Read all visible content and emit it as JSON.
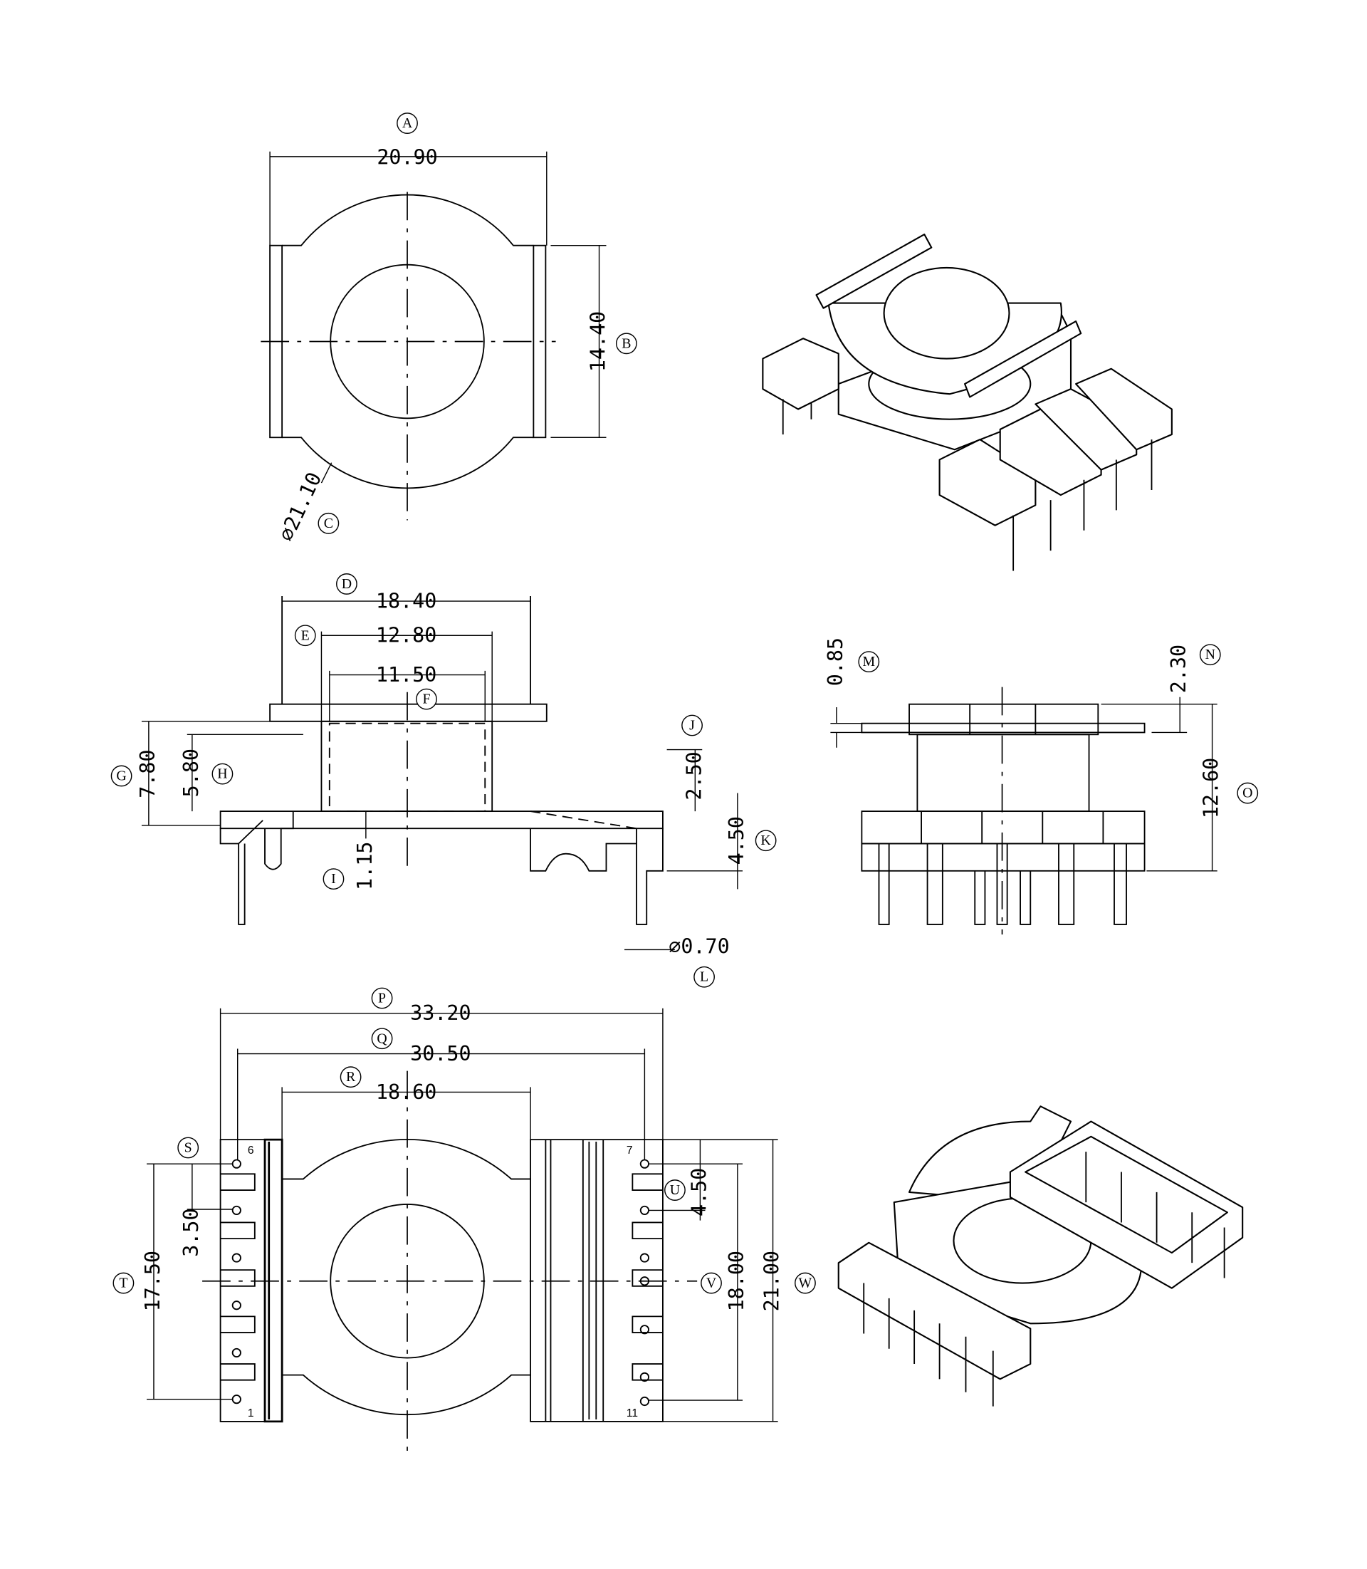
{
  "title": "Transformer bobbin dimensional drawing",
  "dimensions": {
    "A": {
      "label": "A",
      "value": "20.90"
    },
    "B": {
      "label": "B",
      "value": "14.40"
    },
    "C": {
      "label": "C",
      "value": "⌀21.10"
    },
    "D": {
      "label": "D",
      "value": "18.40"
    },
    "E": {
      "label": "E",
      "value": "12.80"
    },
    "F": {
      "label": "F",
      "value": "11.50"
    },
    "G": {
      "label": "G",
      "value": "7.80"
    },
    "H": {
      "label": "H",
      "value": "5.80"
    },
    "I": {
      "label": "I",
      "value": "1.15"
    },
    "J": {
      "label": "J",
      "value": "2.50"
    },
    "K": {
      "label": "K",
      "value": "4.50"
    },
    "L": {
      "label": "L",
      "value": "⌀0.70"
    },
    "M": {
      "label": "M",
      "value": "0.85"
    },
    "N": {
      "label": "N",
      "value": "2.30"
    },
    "O": {
      "label": "O",
      "value": "12.60"
    },
    "P": {
      "label": "P",
      "value": "33.20"
    },
    "Q": {
      "label": "Q",
      "value": "30.50"
    },
    "R": {
      "label": "R",
      "value": "18.60"
    },
    "S": {
      "label": "S",
      "value": "3.50"
    },
    "T": {
      "label": "T",
      "value": "17.50"
    },
    "U": {
      "label": "U",
      "value": "4.50"
    },
    "V": {
      "label": "V",
      "value": "18.00"
    },
    "W": {
      "label": "W",
      "value": "21.00"
    }
  },
  "pin_numbers": {
    "top_left": "6",
    "bottom_left": "1",
    "top_right": "7",
    "bottom_right": "11"
  }
}
